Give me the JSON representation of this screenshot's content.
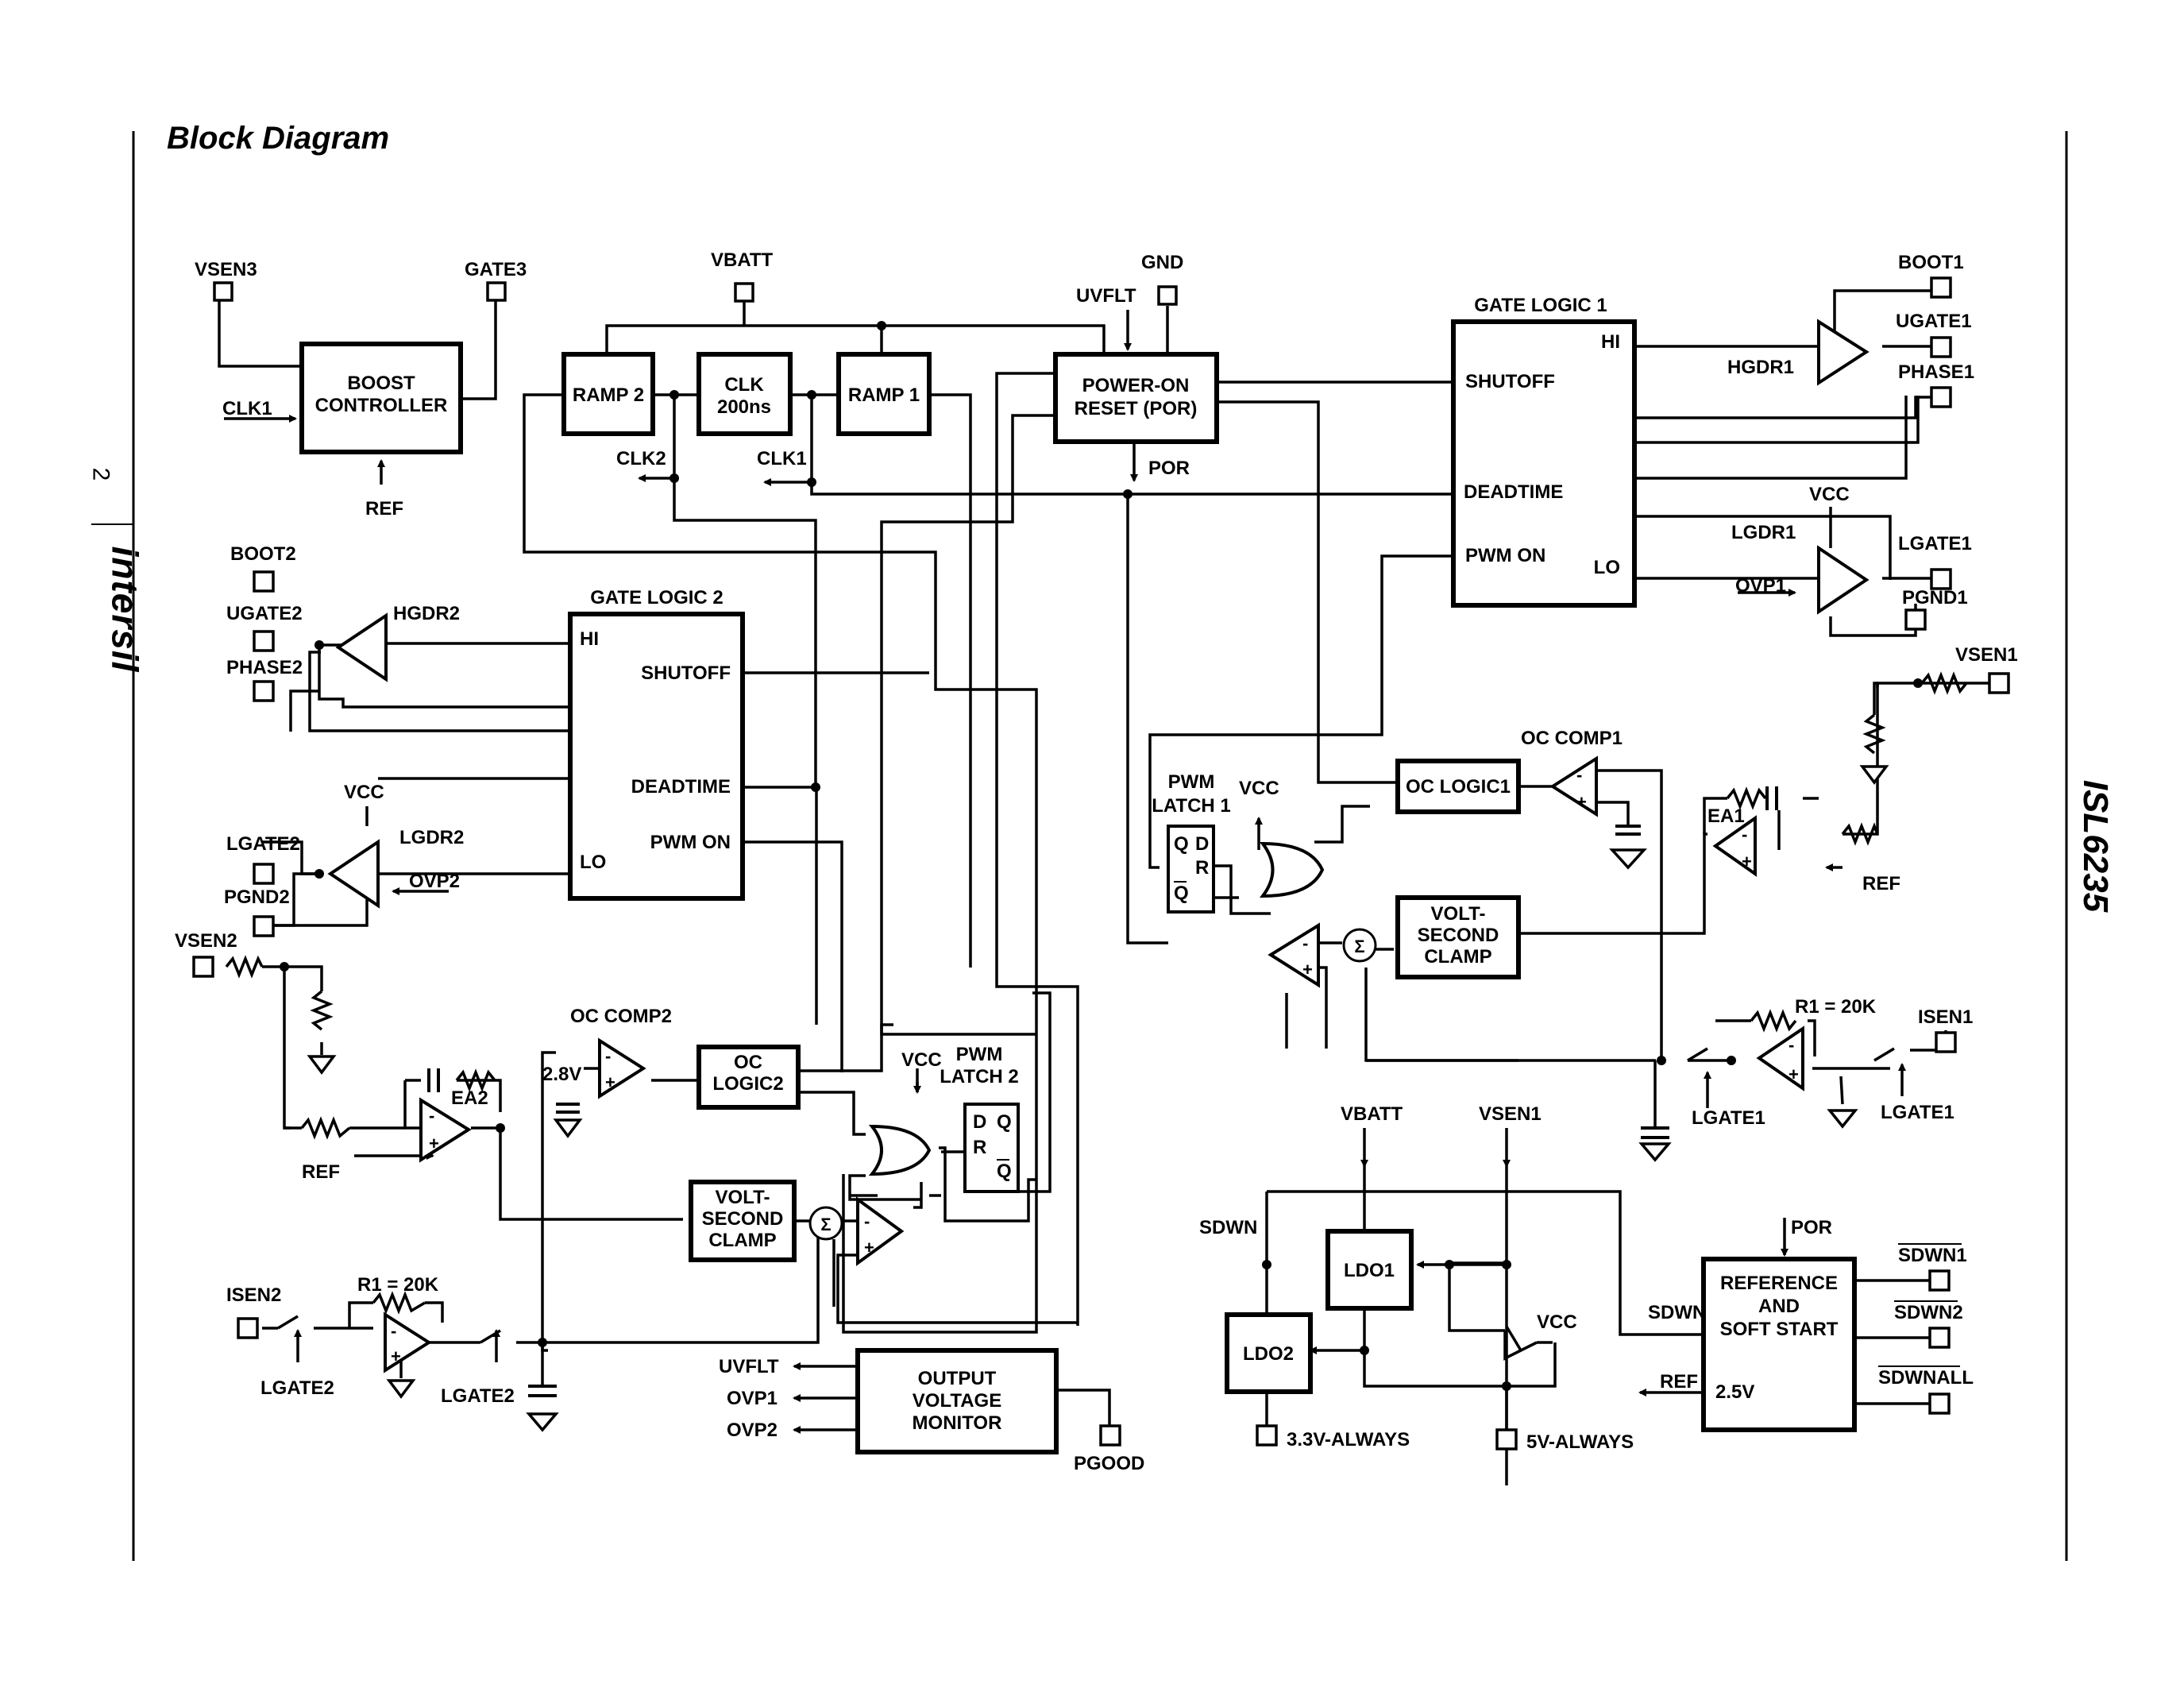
{
  "page": {
    "title": "Block Diagram",
    "part_number": "ISL6235",
    "page_number": "2",
    "brand": "intersil"
  },
  "blocks": {
    "boost": "BOOST",
    "boost2": "CONTROLLER",
    "ramp2": "RAMP 2",
    "clk": "CLK",
    "clk2": "200ns",
    "ramp1": "RAMP 1",
    "por": "POWER-ON",
    "por2": "RESET (POR)",
    "gl1": "GATE LOGIC 1",
    "gl2": "GATE LOGIC 2",
    "shutoff": "SHUTOFF",
    "deadtime": "DEADTIME",
    "pwmon": "PWM ON",
    "hi": "HI",
    "lo": "LO",
    "oclogic1": "OC LOGIC1",
    "oclogic2a": "OC",
    "oclogic2b": "LOGIC2",
    "vsc_a": "VOLT-",
    "vsc_b": "SECOND",
    "vsc_c": "CLAMP",
    "pwml1a": "PWM",
    "pwml1b": "LATCH 1",
    "pwml2a": "PWM",
    "pwml2b": "LATCH 2",
    "ovm_a": "OUTPUT",
    "ovm_b": "VOLTAGE",
    "ovm_c": "MONITOR",
    "ldo1": "LDO1",
    "ldo2": "LDO2",
    "ref_a": "REFERENCE",
    "ref_b": "AND",
    "ref_c": "SOFT START",
    "ref_v": "2.5V",
    "ff_d": "D",
    "ff_q": "Q",
    "ff_r": "R",
    "ff_qb": "Q",
    "sigma": "Σ"
  },
  "pins": {
    "vsen3": "VSEN3",
    "gate3": "GATE3",
    "vbatt": "VBATT",
    "gnd": "GND",
    "uvflt": "UVFLT",
    "clk1": "CLK1",
    "ref": "REF",
    "clk2": "CLK2",
    "por": "POR",
    "boot1": "BOOT1",
    "ugate1": "UGATE1",
    "phase1": "PHASE1",
    "lgate1": "LGATE1",
    "pgnd1": "PGND1",
    "vsen1": "VSEN1",
    "isen1": "ISEN1",
    "boot2": "BOOT2",
    "ugate2": "UGATE2",
    "phase2": "PHASE2",
    "lgate2": "LGATE2",
    "pgnd2": "PGND2",
    "vsen2": "VSEN2",
    "isen2": "ISEN2",
    "ovp1": "OVP1",
    "ovp2": "OVP2",
    "pgood": "PGOOD",
    "sdwn": "SDWN",
    "sdwn1": "SDWN1",
    "sdwn2": "SDWN2",
    "sdwnall": "SDWNALL",
    "always33": "3.3V-ALWAYS",
    "always5": "5V-ALWAYS",
    "vcc": "VCC"
  },
  "labels": {
    "hgdr1": "HGDR1",
    "lgdr1": "LGDR1",
    "hgdr2": "HGDR2",
    "lgdr2": "LGDR2",
    "occomp1": "OC COMP1",
    "occomp2": "OC COMP2",
    "ea1": "EA1",
    "ea2": "EA2",
    "r1": "R1 = 20K",
    "v28": "2.8V",
    "minus": "-",
    "plus": "+"
  }
}
